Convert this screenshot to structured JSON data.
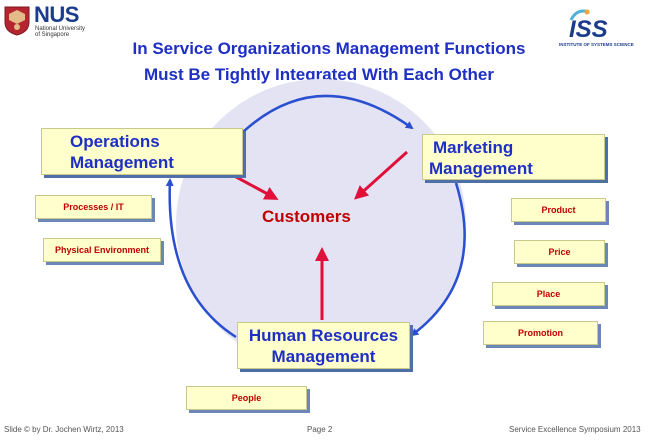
{
  "header": {
    "nus_logo_text": "NUS",
    "nus_sub1": "National University",
    "nus_sub2": "of Singapore",
    "iss_logo_text": "ISS",
    "iss_sub": "INSTITUTE OF SYSTEMS SCIENCE"
  },
  "title": {
    "line1": "In Service Organizations Management Functions",
    "line2": "Must Be Tightly Integrated With Each Other"
  },
  "diagram": {
    "center": "Customers",
    "operations": {
      "line1": "Operations",
      "line2": "Management"
    },
    "marketing": {
      "line1": "Marketing",
      "line2": "Management"
    },
    "hr": {
      "line1": "Human Resources",
      "line2": "Management"
    },
    "ops_items": [
      "Processes / IT",
      "Physical Environment"
    ],
    "mkt_items": [
      "Product",
      "Price",
      "Place",
      "Promotion"
    ],
    "hr_items": [
      "People"
    ]
  },
  "footer": {
    "left": "Slide © by Dr. Jochen Wirtz, 2013",
    "center": "Page 2",
    "right": "Service Excellence Symposium 2013"
  },
  "colors": {
    "title_blue": "#1e2fc4",
    "box_fill": "#ffffcc",
    "shadow_blue": "#4f6fa8",
    "red": "#c00000",
    "arrow_red": "#e0103a",
    "circle_blue": "#2a4fd0"
  }
}
